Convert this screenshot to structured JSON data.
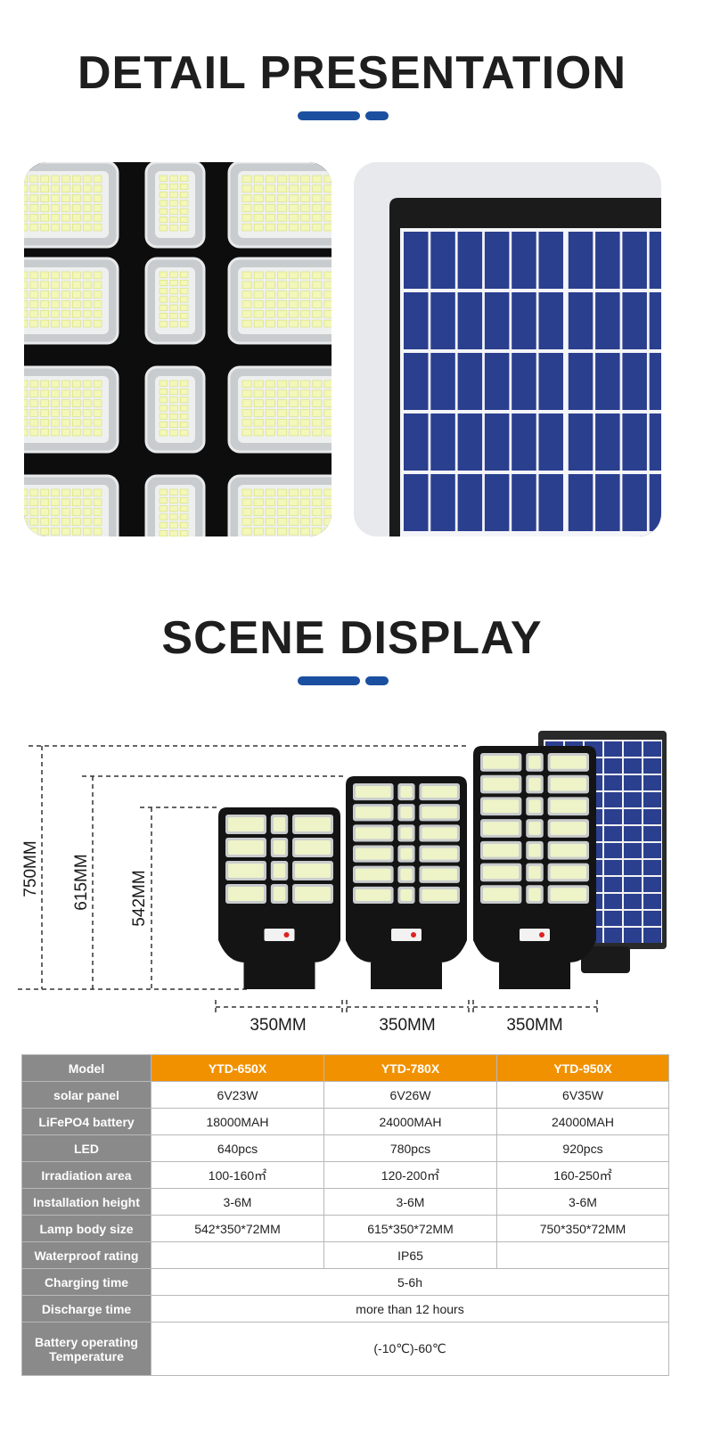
{
  "section1": {
    "title": "DETAIL PRESENTATION"
  },
  "section2": {
    "title": "SCENE DISPLAY"
  },
  "colors": {
    "accent_blue": "#1b4fa0",
    "orange": "#f29100",
    "label_gray": "#8a8a8a",
    "solar_blue": "#2b3f8f"
  },
  "scene": {
    "heights": [
      "750MM",
      "615MM",
      "542MM"
    ],
    "widths": [
      "350MM",
      "350MM",
      "350MM"
    ]
  },
  "table": {
    "header": {
      "label": "Model",
      "models": [
        "YTD-650X",
        "YTD-780X",
        "YTD-950X"
      ]
    },
    "rows": [
      {
        "label": "solar panel",
        "values": [
          "6V23W",
          "6V26W",
          "6V35W"
        ]
      },
      {
        "label": "LiFePO4 battery",
        "values": [
          "18000MAH",
          "24000MAH",
          "24000MAH"
        ]
      },
      {
        "label": "LED",
        "values": [
          "640pcs",
          "780pcs",
          "920pcs"
        ]
      },
      {
        "label": "Irradiation area",
        "values": [
          "100-160㎡",
          "120-200㎡",
          "160-250㎡"
        ]
      },
      {
        "label": "Installation height",
        "values": [
          "3-6M",
          "3-6M",
          "3-6M"
        ]
      },
      {
        "label": "Lamp body size",
        "values": [
          "542*350*72MM",
          "615*350*72MM",
          "750*350*72MM"
        ]
      },
      {
        "label": "Waterproof rating",
        "values": [
          "",
          "IP65",
          ""
        ]
      }
    ],
    "merged_rows": [
      {
        "label": "Charging time",
        "value": "5-6h"
      },
      {
        "label": "Discharge time",
        "value": "more than 12 hours"
      }
    ],
    "temp_row": {
      "label_line1": "Battery operating",
      "label_line2": "Temperature",
      "value": "(-10℃)-60℃"
    }
  }
}
